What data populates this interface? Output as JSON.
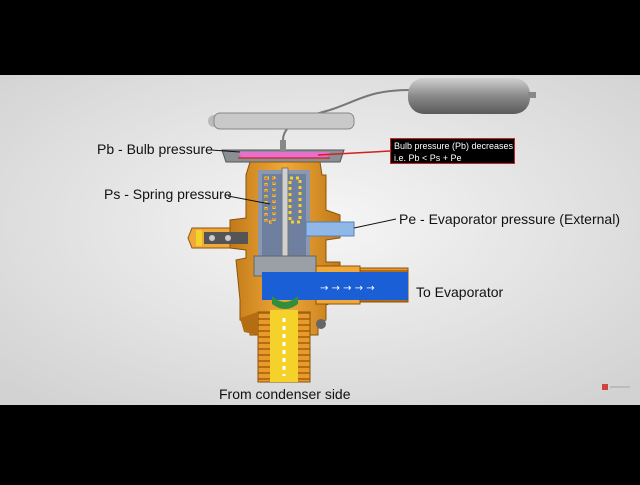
{
  "labels": {
    "bulb_pressure": "Pb - Bulb pressure",
    "spring_pressure": "Ps - Spring pressure",
    "evaporator_pressure": "Pe - Evaporator pressure (External)",
    "to_evaporator": "To Evaporator",
    "from_condenser": "From condenser side"
  },
  "callout": {
    "line1": "Bulb pressure (Pb) decreases",
    "line2": "i.e. Pb < Ps + Pe"
  },
  "colors": {
    "brass": "#e89a2a",
    "brass_dark": "#b56d12",
    "blue_liquid": "#1a5fd6",
    "light_blue": "#8fb8e8",
    "yellow": "#f5d22a",
    "pink": "#e86fd0",
    "green": "#2f8f3a",
    "gray_body": "#9aa0a6",
    "background": "#e8e8e8",
    "callout_border": "#cc2222"
  }
}
